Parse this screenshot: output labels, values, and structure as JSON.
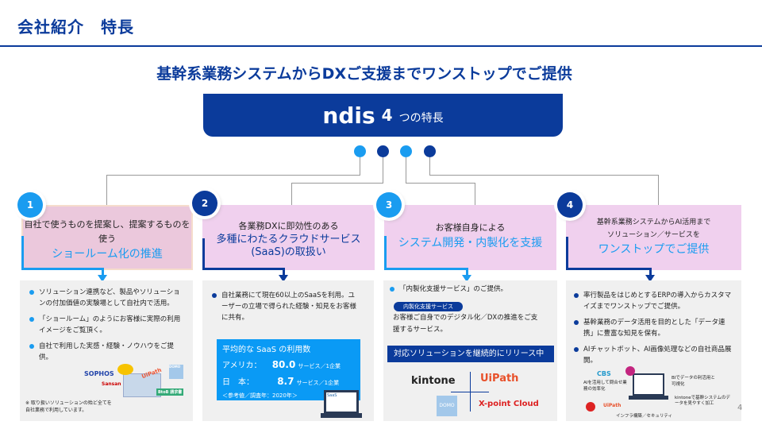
{
  "header": {
    "title": "会社紹介　特長"
  },
  "subtitle": "基幹系業務システムからDXご支援までワンストップでご提供",
  "banner": {
    "logo": "ndis",
    "number": "4",
    "text": "つの特長"
  },
  "colors": {
    "dark_blue": "#0b3b9b",
    "light_blue": "#1a9cf0",
    "pink": "#f0d0ee",
    "gray": "#f0f0f0"
  },
  "features": [
    {
      "num": "1",
      "lines": [
        "自社で使うものを提案し、提案するものを使う"
      ],
      "highlight": "ショールーム化の推進",
      "bullets": [
        "ソリューション連携など、製品やソリューションの付加価値の実験場として自社内で活用。",
        "「ショールーム」のようにお客様に実際の利用イメージをご覧頂く。",
        "自社で利用した実感・経験・ノウハウをご提供。"
      ],
      "logos": [
        "SOPHOS",
        "Sansan",
        "UiPath",
        "DOMO",
        "BtoB 請求書"
      ],
      "note": "※ 取り扱いソリューションの殆ど全てを自社業務で利用しています。"
    },
    {
      "num": "2",
      "lines": [
        "各業務DXに即効性のある"
      ],
      "highlight": "多種にわたるクラウドサービス(SaaS)の取扱い",
      "bullets": [
        "自社業務にて現在60以上のSaaSを利用。ユーザーの立場で得られた経験・知見をお客様に共有。"
      ],
      "stats": {
        "title": "平均的な SaaS の利用数",
        "rows": [
          {
            "label": "アメリカ：",
            "value": "80.0",
            "unit": "サービス／1企業"
          },
          {
            "label": "日　本：",
            "value": "8.7",
            "unit": "サービス／1企業"
          }
        ],
        "note": "＜参考値／調査年：2020年＞",
        "icon_label": "SaaS"
      }
    },
    {
      "num": "3",
      "lines": [
        "お客様自身による"
      ],
      "highlight": "システム開発・内製化を支援",
      "bullets": [
        "「内製化支援サービス」のご提供。"
      ],
      "service_tag": "内製化支援サービス",
      "service_desc": "お客様ご自身でのデジタル化／DXの推進をご支援するサービス。",
      "release_bar": "対応ソリューションを継続的にリリース中",
      "logos": [
        "kintone",
        "UiPath",
        "DOMO",
        "X-point Cloud"
      ]
    },
    {
      "num": "4",
      "lines": [
        "基幹系業務システムからAI活用まで",
        "ソリューション／サービスを"
      ],
      "highlight": "ワンストップでご提供",
      "bullets": [
        "率行製品をはじめとするERPの導入からカスタマイズまでワンストップでご提供。",
        "基幹業務のデータ活用を目的とした「データ連携」に豊富な知見を保有。",
        "AIチャットボット、AI画像処理などの自社商品展開。"
      ],
      "diagram": [
        "CBS",
        "AIを活用して問合せ業務の効率化",
        "BIでデータの利活用と可視化",
        "kintoneで基幹システムのデータを見やすく加工",
        "UiPath",
        "インフラ構築／セキュリティ"
      ]
    }
  ],
  "page_number": "4"
}
